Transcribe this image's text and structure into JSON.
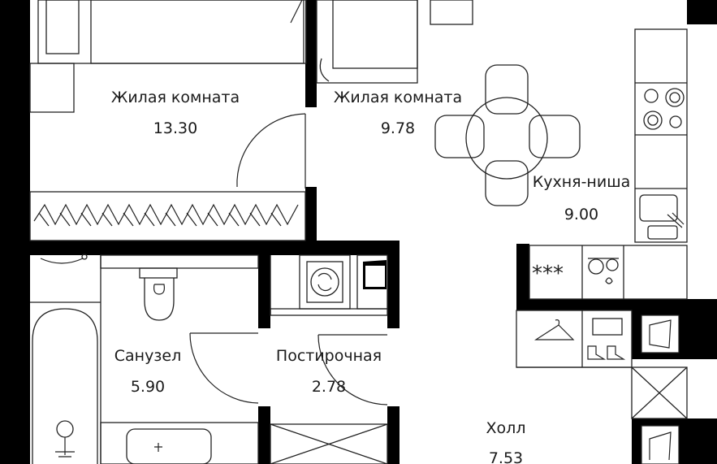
{
  "rooms": [
    {
      "name": "Жилая комната",
      "area": "13.30"
    },
    {
      "name": "Жилая комната",
      "area": "9.78"
    },
    {
      "name": "Кухня-ниша",
      "area": "9.00"
    },
    {
      "name": "Санузел",
      "area": "5.90"
    },
    {
      "name": "Постирочная",
      "area": "2.78"
    },
    {
      "name": "Холл",
      "area": "7.53"
    }
  ],
  "colors": {
    "wall": "#000000",
    "line": "#222222",
    "background": "#ffffff"
  },
  "icons": [
    "hanger-icon",
    "shoes-icon",
    "washing-machine-icon",
    "stove-icon",
    "sink-icon",
    "dishwasher-icon",
    "toilet-icon",
    "bathtub-icon",
    "bed-icon",
    "sofa-icon",
    "dining-table-icon"
  ]
}
